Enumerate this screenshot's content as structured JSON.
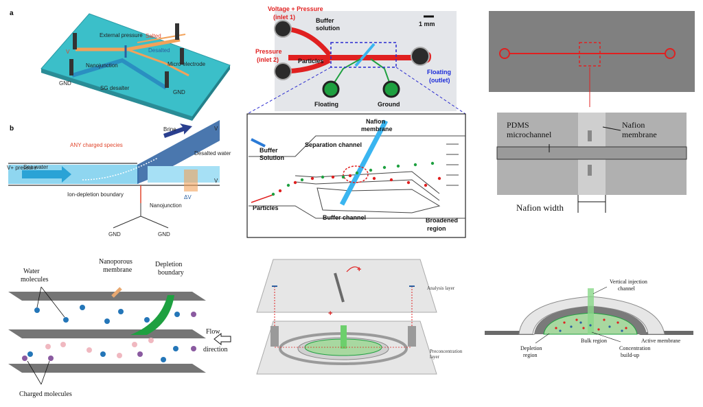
{
  "panel_a": {
    "letter": "a",
    "labels": [
      "External pressure",
      "Salted",
      "V",
      "Desalted",
      "Nanojunction",
      "Micro-electrode",
      "GND",
      "SG desalter",
      "GND"
    ],
    "colors": {
      "base": "#3bbfc9",
      "channel": "#f2a25a",
      "sg": "#2a8fc1"
    }
  },
  "panel_b": {
    "letter": "b",
    "labels": [
      "Brine",
      "V",
      "ANY charged species",
      "Desalted water",
      "V+ pressure",
      "Sea water",
      "V",
      "Ion-depletion boundary",
      "Nanojunction",
      "GND",
      "GND"
    ],
    "delta_v": "ΔV"
  },
  "photo": {
    "labels": [
      "Voltage + Pressure",
      "(inlet 1)",
      "Buffer",
      "solution",
      "1 mm",
      "Pressure",
      "(inlet 2)",
      "Particles",
      "Floating",
      "(outlet)",
      "Floating",
      "Ground"
    ]
  },
  "schematic": {
    "labels": [
      "Nafion",
      "membrane",
      "Buffer",
      "Solution",
      "Separation channel",
      "Particles",
      "Buffer channel",
      "Broadened",
      "region"
    ]
  },
  "nafion_chip": {
    "labels": [
      "PDMS",
      "microchannel",
      "Nafion",
      "membrane",
      "Nafion width"
    ]
  },
  "depletion_diagram": {
    "labels": [
      "Nanoporous",
      "membrane",
      "Depletion",
      "boundary",
      "Water",
      "molecules",
      "Flow",
      "direction",
      "Charged molecules"
    ]
  },
  "layers": {
    "labels": [
      "Analysis layer",
      "Preconcentration",
      "layer"
    ]
  },
  "dome": {
    "labels": [
      "Vertical injection",
      "channel",
      "Bulk region",
      "Active membrane",
      "Depletion",
      "region",
      "Concentration",
      "build-up"
    ]
  }
}
